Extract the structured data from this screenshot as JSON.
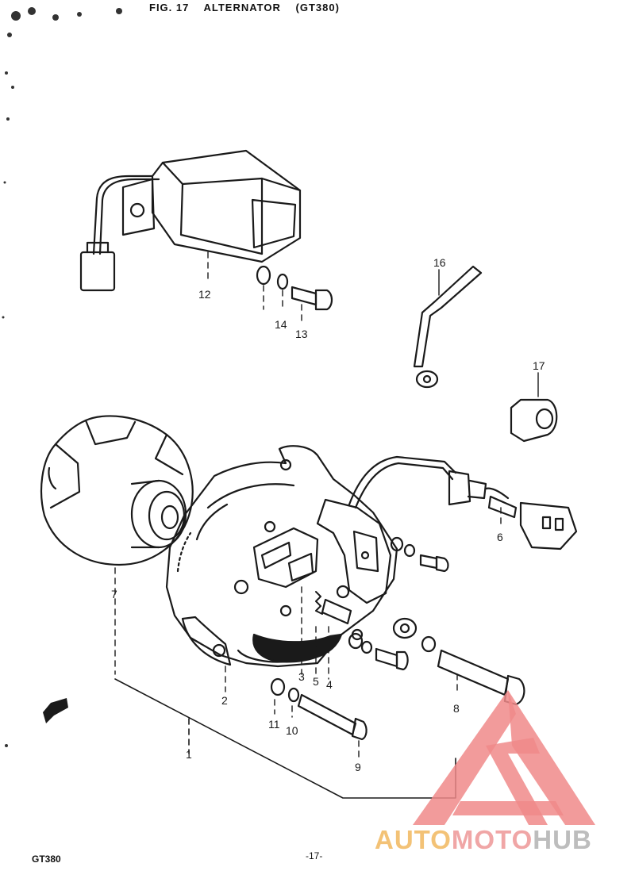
{
  "header": {
    "fig": "FIG. 17",
    "title": "ALTERNATOR",
    "model": "(GT380)"
  },
  "parts": [
    {
      "id": "part-1",
      "label": "1"
    },
    {
      "id": "part-2",
      "label": "2"
    },
    {
      "id": "part-3",
      "label": "3"
    },
    {
      "id": "part-4",
      "label": "4"
    },
    {
      "id": "part-5",
      "label": "5"
    },
    {
      "id": "part-6",
      "label": "6"
    },
    {
      "id": "part-7",
      "label": "7"
    },
    {
      "id": "part-8",
      "label": "8"
    },
    {
      "id": "part-9",
      "label": "9"
    },
    {
      "id": "part-10",
      "label": "10"
    },
    {
      "id": "part-11",
      "label": "11"
    },
    {
      "id": "part-12",
      "label": "12"
    },
    {
      "id": "part-13",
      "label": "13"
    },
    {
      "id": "part-14",
      "label": "14"
    },
    {
      "id": "part-16",
      "label": "16"
    },
    {
      "id": "part-17",
      "label": "17"
    }
  ],
  "footer": {
    "model_code": "GT380",
    "page": "-17-"
  },
  "watermark": {
    "part1": "AUTO",
    "part2": "MOTO",
    "part3": "HUB"
  },
  "colors": {
    "ink": "#1a1a1a",
    "watermark_red": "#f08a8a",
    "watermark_yellow": "#f3c276",
    "watermark_gray": "#bdbdbd"
  }
}
